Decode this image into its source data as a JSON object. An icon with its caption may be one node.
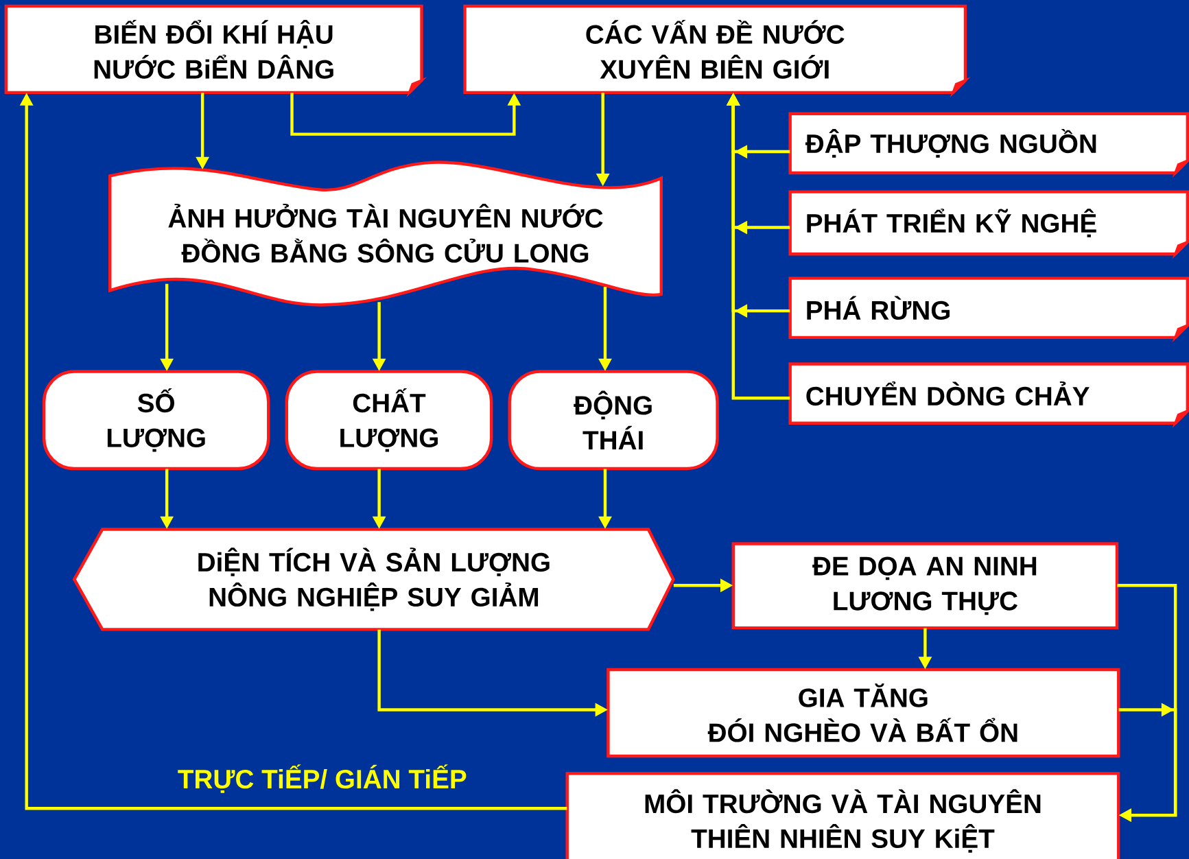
{
  "diagram": {
    "nodes": [
      {
        "text": [
          "BIẾN ĐỔI KHÍ HẬU NƯỚC BiỂN DÂNG"
        ]
      },
      {
        "text": [
          "CÁC VẤN ĐỀ NƯỚC XUYÊN BIÊN GIỚI"
        ]
      },
      {
        "text": [
          "ẢNH HƯỞNG TÀI NGUYÊN NƯỚC ĐỒNG BẰNG SÔNG CỬU LONG"
        ]
      },
      {
        "text": [
          "ĐẬP THƯỢNG NGUỒN"
        ]
      },
      {
        "text": [
          "PHÁT TRIỂN KỸ NGHỆ"
        ]
      },
      {
        "text": [
          "PHÁ RỪNG"
        ]
      },
      {
        "text": [
          "CHUYỂN DÒNG CHẢY"
        ]
      },
      {
        "text": [
          "SỐ LƯỢNG"
        ]
      },
      {
        "text": [
          "CHẤT LƯỢNG"
        ]
      },
      {
        "text": [
          "ĐỘNG THÁI"
        ]
      },
      {
        "text": [
          "DiỆN TÍCH VÀ SẢN LƯỢNG NÔNG NGHIỆP SUY GIẢM"
        ]
      },
      {
        "text": [
          "ĐE DỌA AN NINH LƯƠNG THỰC"
        ]
      },
      {
        "text": [
          "GIA TĂNG",
          "ĐÓI NGHÈO VÀ BẤT ỔN"
        ]
      },
      {
        "text": [
          "MÔI TRƯỜNG VÀ TÀI NGUYÊN THIÊN NHIÊN SUY KiỆT"
        ]
      }
    ],
    "edges": [
      {
        "from": 0,
        "to": 2,
        "arrow": "to"
      },
      {
        "from": 0,
        "to": 1,
        "arrow": "to"
      },
      {
        "from": 1,
        "to": 2,
        "arrow": "to"
      },
      {
        "from": 3,
        "to": 1,
        "arrow": "to"
      },
      {
        "from": 4,
        "to": 1,
        "arrow": "to"
      },
      {
        "from": 5,
        "to": 1,
        "arrow": "to"
      },
      {
        "from": 6,
        "to": 1,
        "arrow": "to"
      },
      {
        "from": 2,
        "to": 7,
        "arrow": "to"
      },
      {
        "from": 2,
        "to": 8,
        "arrow": "to"
      },
      {
        "from": 2,
        "to": 9,
        "arrow": "to"
      },
      {
        "from": 7,
        "to": 10,
        "arrow": "to"
      },
      {
        "from": 8,
        "to": 10,
        "arrow": "to"
      },
      {
        "from": 9,
        "to": 10,
        "arrow": "to"
      },
      {
        "from": 10,
        "to": 11,
        "arrow": "to"
      },
      {
        "from": 10,
        "to": 12,
        "arrow": "to"
      },
      {
        "from": 11,
        "to": 12,
        "arrow": "to"
      },
      {
        "from": 11,
        "to": 13,
        "arrow": "to"
      },
      {
        "from": 12,
        "to": 13,
        "arrow": "to"
      },
      {
        "from": 13,
        "to": 0,
        "arrow": "to"
      }
    ],
    "labels": [
      "TRỰC TiẾP/ GIÁN TiẾP"
    ]
  }
}
